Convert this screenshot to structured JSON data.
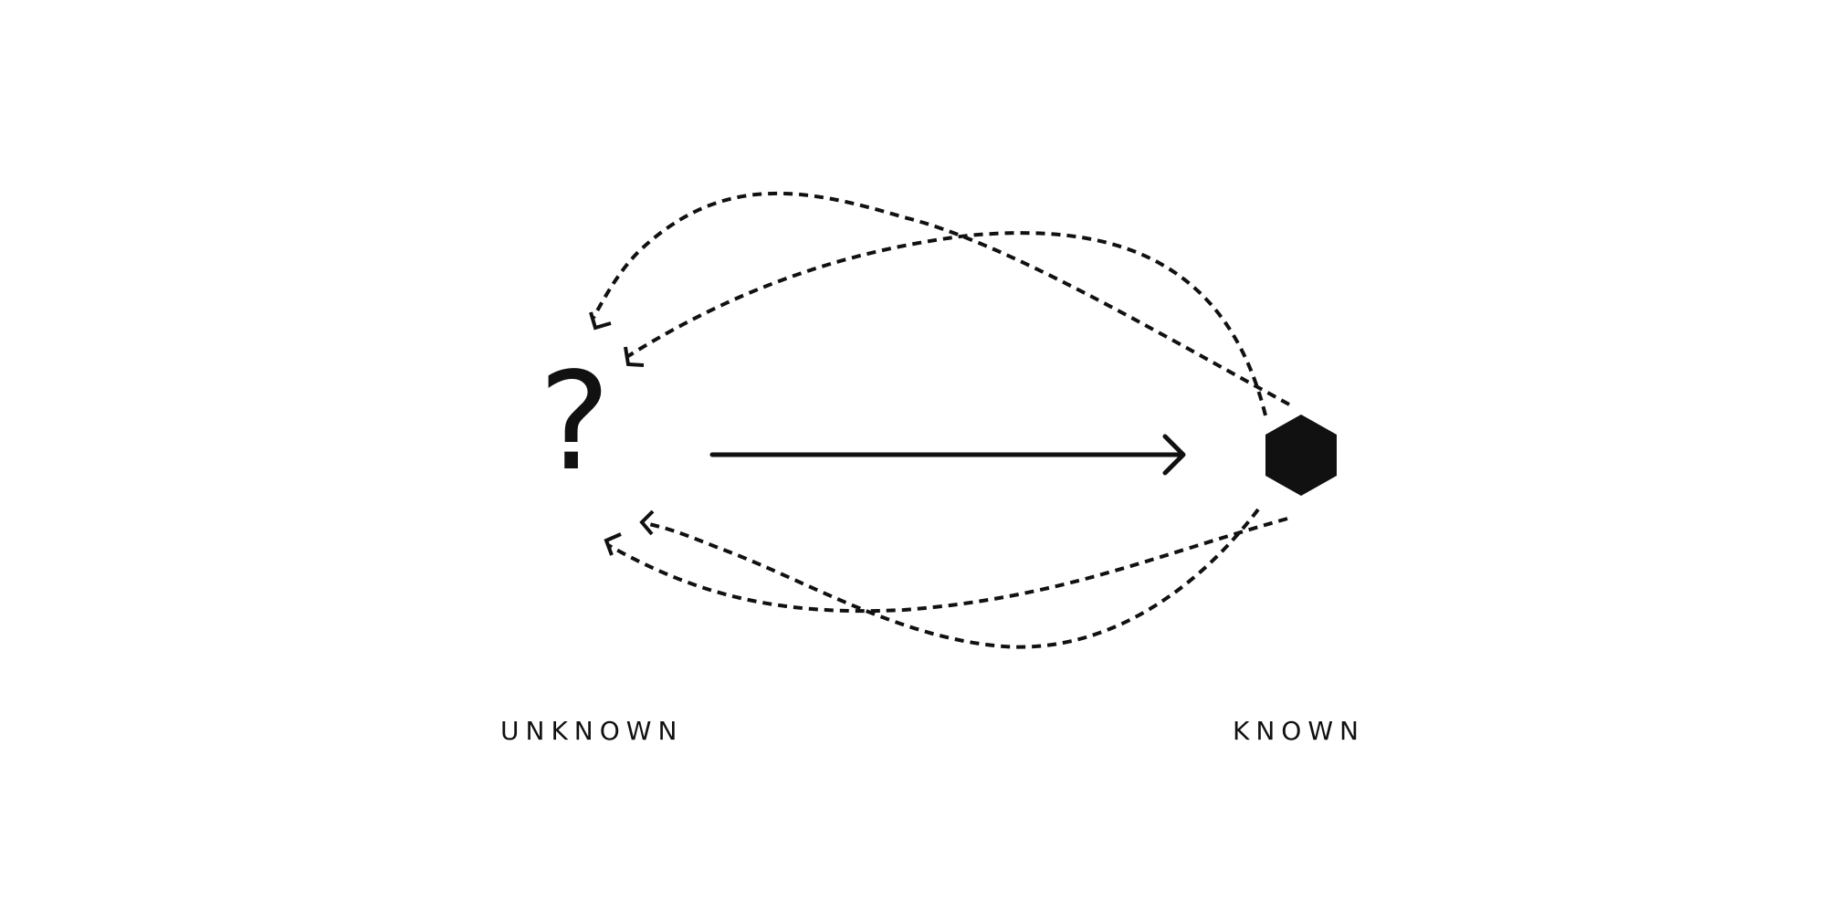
{
  "diagram": {
    "nodes": {
      "unknown": {
        "label": "UNKNOWN",
        "symbol": "?",
        "icon": "question-mark-icon"
      },
      "known": {
        "label": "KNOWN",
        "icon": "hexagon-icon"
      }
    },
    "edges": [
      {
        "from": "unknown",
        "to": "known",
        "style": "solid"
      },
      {
        "from": "known",
        "to": "unknown",
        "style": "dashed"
      },
      {
        "from": "known",
        "to": "unknown",
        "style": "dashed"
      },
      {
        "from": "known",
        "to": "unknown",
        "style": "dashed"
      },
      {
        "from": "known",
        "to": "unknown",
        "style": "dashed"
      }
    ],
    "colors": {
      "ink": "#111111",
      "background": "#ffffff"
    }
  }
}
